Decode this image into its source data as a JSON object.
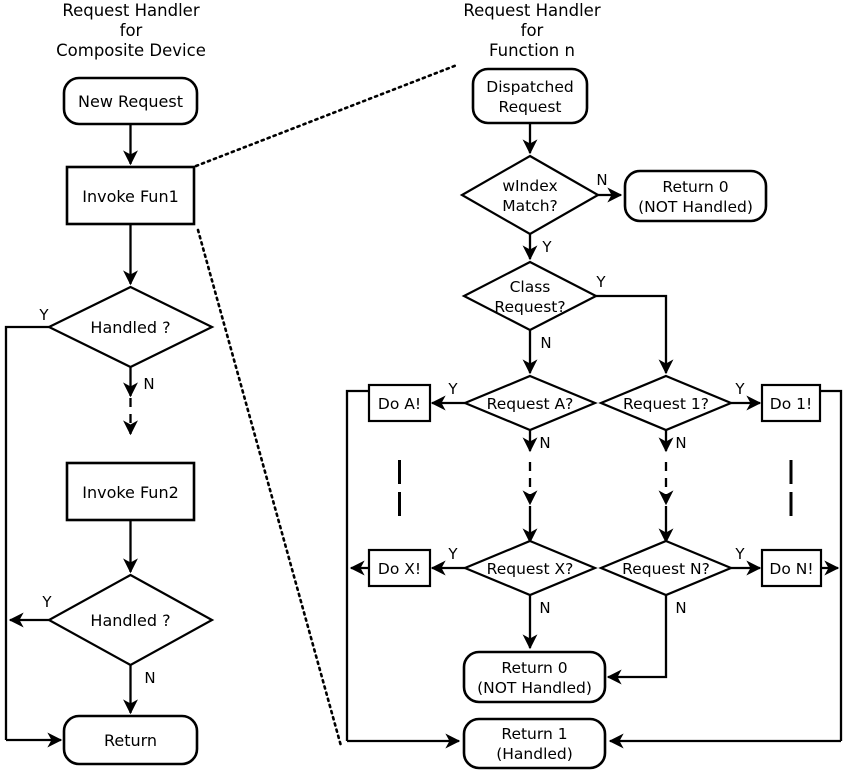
{
  "diagram": {
    "type": "flowchart",
    "panels": {
      "left": {
        "title_line1": "Request Handler",
        "title_line2": "for",
        "title_line3": "Composite Device",
        "nodes": {
          "new_request": "New Request",
          "invoke_fun1": "Invoke Fun1",
          "handled_1": "Handled ?",
          "invoke_fun2": "Invoke Fun2",
          "handled_2": "Handled ?",
          "return": "Return"
        },
        "edge_labels": {
          "handled1_yes": "Y",
          "handled1_no": "N",
          "handled2_yes": "Y",
          "handled2_no": "N"
        }
      },
      "right": {
        "title_line1": "Request Handler",
        "title_line2": "for",
        "title_line3": "Function n",
        "nodes": {
          "dispatched_request_l1": "Dispatched",
          "dispatched_request_l2": "Request",
          "windex_match_l1": "wIndex",
          "windex_match_l2": "Match?",
          "return0_top_l1": "Return 0",
          "return0_top_l2": "(NOT Handled)",
          "class_request_l1": "Class",
          "class_request_l2": "Request?",
          "request_a": "Request A?",
          "request_1": "Request 1?",
          "do_a": "Do A!",
          "do_1": "Do 1!",
          "request_x": "Request X?",
          "request_n": "Request N?",
          "do_x": "Do X!",
          "do_n": "Do N!",
          "return0_bottom_l1": "Return 0",
          "return0_bottom_l2": "(NOT Handled)",
          "return1_l1": "Return 1",
          "return1_l2": "(Handled)"
        },
        "edge_labels": {
          "windex_no": "N",
          "windex_yes": "Y",
          "class_yes": "Y",
          "class_no": "N",
          "req_a_yes": "Y",
          "req_a_no": "N",
          "req_1_yes": "Y",
          "req_1_no": "N",
          "req_x_yes": "Y",
          "req_x_no": "N",
          "req_n_yes": "Y",
          "req_n_no": "N"
        }
      }
    },
    "colors": {
      "stroke": "#000000",
      "fill": "#ffffff",
      "background": "#ffffff"
    }
  }
}
